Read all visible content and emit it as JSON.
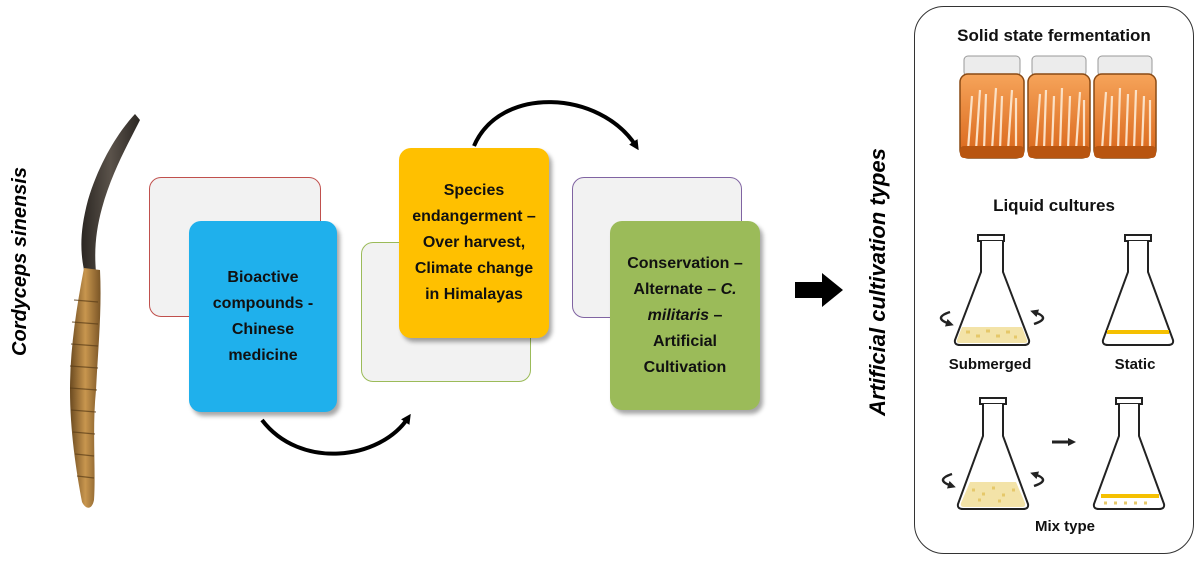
{
  "specimen_label": "Cordyceps sinensis",
  "cards": {
    "card1": {
      "lines": [
        "Bioactive",
        "compounds -",
        "Chinese",
        "medicine"
      ],
      "color": "#1fb0ec",
      "back_border": "#c0504d"
    },
    "card2": {
      "lines": [
        "Species",
        "endangerment –",
        "Over harvest,",
        "Climate change",
        "in Himalayas"
      ],
      "color": "#ffc000",
      "back_border": "#9bbb59"
    },
    "card3": {
      "line1": "Conservation –",
      "line2a": "Alternate – ",
      "line2b": "C.",
      "line3a": "militaris",
      "line3b": " –",
      "line4": "Artificial",
      "line5": "Cultivation",
      "color": "#9bbb59",
      "back_border": "#8064a2"
    }
  },
  "cultivation_title": "Artificial cultivation types",
  "panel": {
    "solid_title": "Solid state fermentation",
    "liquid_title": "Liquid cultures",
    "submerged": "Submerged",
    "static": "Static",
    "mix": "Mix type"
  },
  "colors": {
    "jar_fill": "#e87722",
    "jar_cap": "#ececec",
    "static_layer": "#f5c000",
    "sediment": "#f3e3a8"
  },
  "icons": [
    "cordyceps-specimen-icon",
    "curved-arrow-icon",
    "right-arrow-icon",
    "jar-icon",
    "flask-icon",
    "rotation-arrow-icon"
  ]
}
